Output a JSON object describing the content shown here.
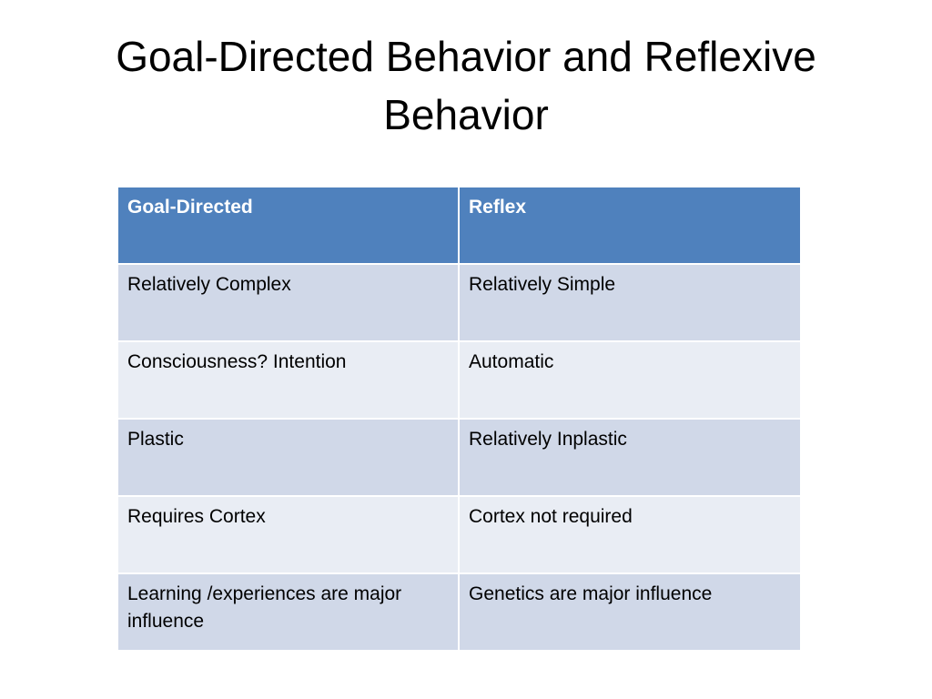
{
  "slide": {
    "title": "Goal-Directed Behavior and Reflexive Behavior"
  },
  "table": {
    "headers": [
      "Goal-Directed",
      "Reflex"
    ],
    "rows": [
      [
        "Relatively Complex",
        "Relatively Simple"
      ],
      [
        "Consciousness? Intention",
        "Automatic"
      ],
      [
        "Plastic",
        "Relatively Inplastic"
      ],
      [
        "Requires Cortex",
        "Cortex not required"
      ],
      [
        "Learning /experiences are major influence",
        "Genetics are major influence"
      ]
    ]
  },
  "colors": {
    "header_fill": "#4f81bd",
    "row_band_dark": "#d0d8e8",
    "row_band_light": "#e9edf4",
    "header_text": "#ffffff"
  }
}
